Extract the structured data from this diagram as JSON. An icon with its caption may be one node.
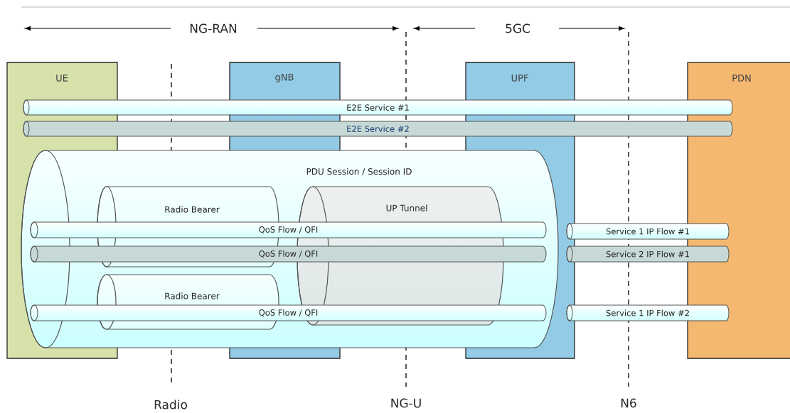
{
  "diagram": {
    "nodes": [
      {
        "text": [
          "UE"
        ]
      },
      {
        "text": [
          "gNB"
        ]
      },
      {
        "text": [
          "UPF"
        ]
      },
      {
        "text": [
          "PDN"
        ]
      },
      {
        "text": [
          "E2E Service #1"
        ]
      },
      {
        "text": [
          "E2E Service #2"
        ]
      },
      {
        "text": [
          "PDU Session / Session ID"
        ]
      },
      {
        "text": [
          "Radio Bearer"
        ],
        "in": 6
      },
      {
        "text": [
          "UP Tunnel"
        ],
        "in": 6
      },
      {
        "text": [
          "QoS Flow / QFI"
        ],
        "in": 6
      },
      {
        "text": [
          "QoS Flow / QFI"
        ],
        "in": 6
      },
      {
        "text": [
          "Service 1 IP Flow #1"
        ]
      },
      {
        "text": [
          "Service 2 IP Flow #1"
        ]
      },
      {
        "text": [
          "Radio Bearer"
        ],
        "in": 6
      },
      {
        "text": [
          "QoS Flow / QFI"
        ],
        "in": 6
      },
      {
        "text": [
          "Service 1 IP Flow #2"
        ]
      }
    ],
    "labels": [
      "NG-RAN",
      "5GC",
      "Radio",
      "NG-U",
      "N6"
    ]
  }
}
